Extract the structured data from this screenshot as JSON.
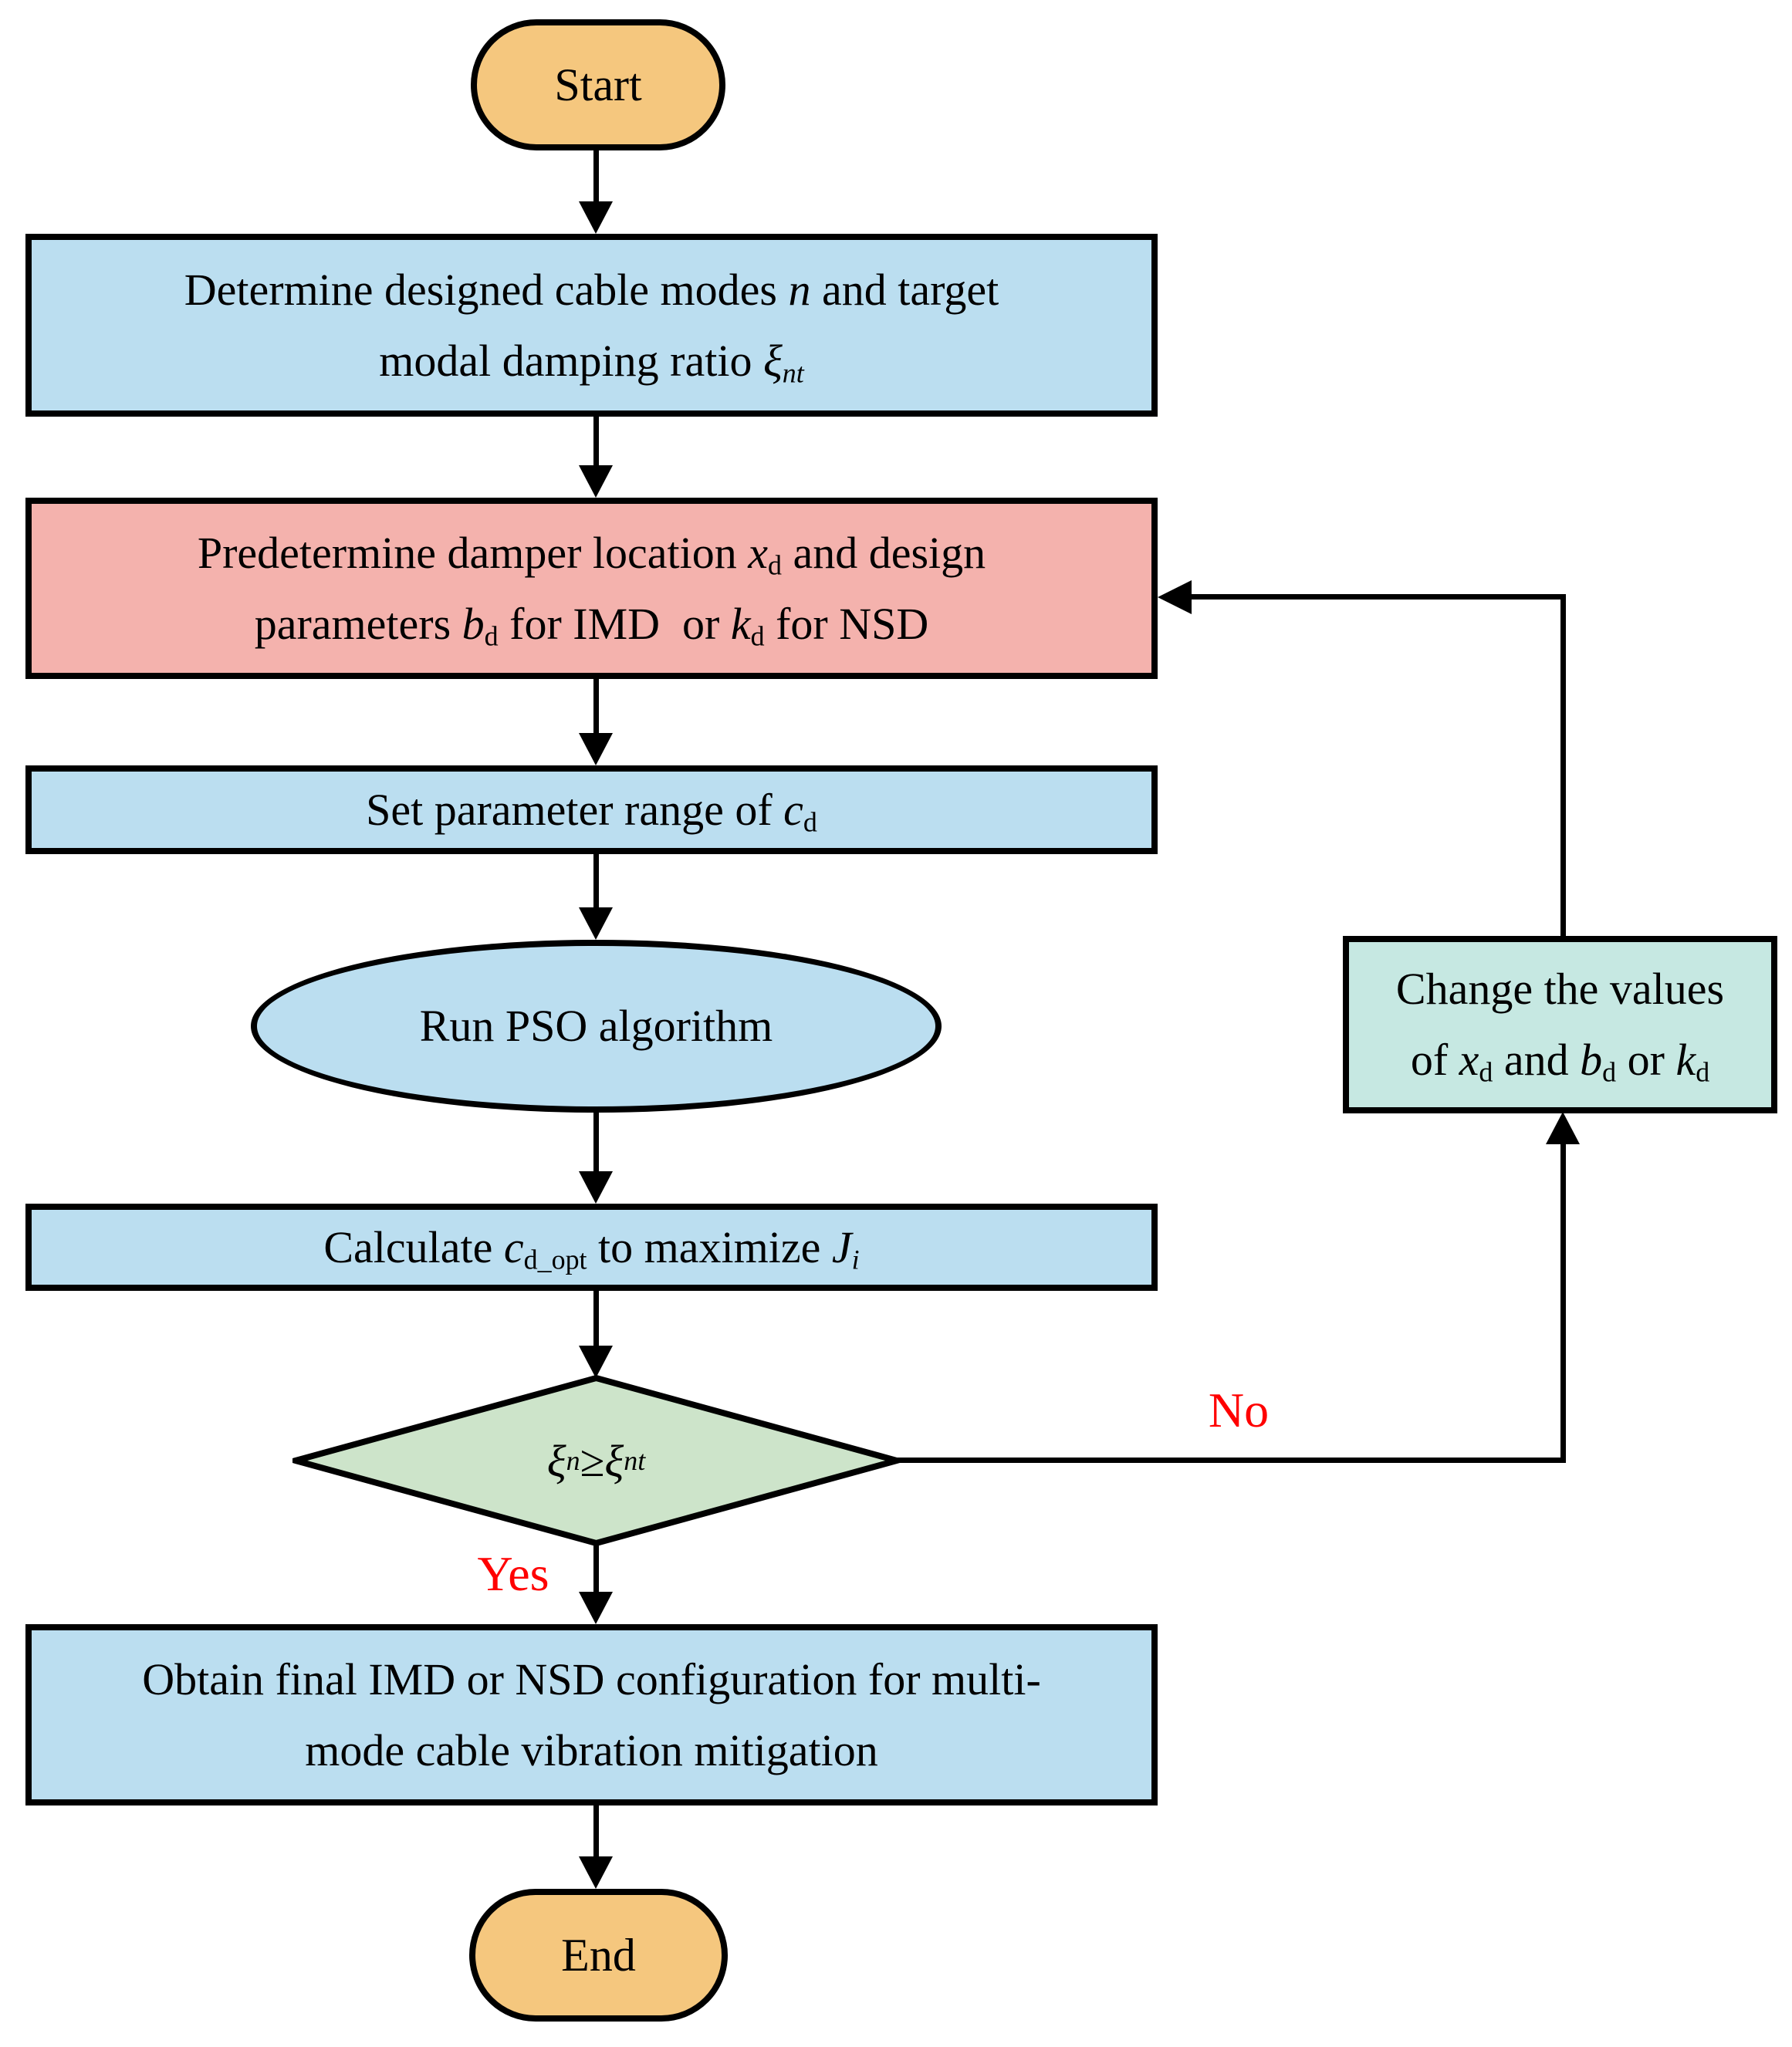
{
  "colors": {
    "capsule": "#F5C77E",
    "process": "#BBDEF0",
    "predetermine": "#F4B2AD",
    "feedback": "#C6E8E2",
    "decision": "#CDE4CA",
    "line": "#000000",
    "labelred": "#FF0000"
  },
  "nodes": {
    "start": {
      "label": "Start"
    },
    "determine": {
      "segments": [
        {
          "t": "Determine designed cable modes "
        },
        {
          "t": "n",
          "c": "i"
        },
        {
          "t": " and target"
        },
        {
          "br": true
        },
        {
          "t": "modal damping ratio "
        },
        {
          "t": "ξ",
          "c": "i"
        },
        {
          "t": "nt",
          "c": "i sub"
        }
      ]
    },
    "predetermine": {
      "segments": [
        {
          "t": "Predetermine damper location "
        },
        {
          "t": "x",
          "c": "i"
        },
        {
          "t": "d",
          "c": "sub"
        },
        {
          "t": " and design"
        },
        {
          "br": true
        },
        {
          "t": "parameters "
        },
        {
          "t": "b",
          "c": "i"
        },
        {
          "t": "d",
          "c": "sub"
        },
        {
          "t": " for IMD  or "
        },
        {
          "t": "k",
          "c": "i"
        },
        {
          "t": "d",
          "c": "sub"
        },
        {
          "t": " for NSD"
        }
      ]
    },
    "set_range": {
      "segments": [
        {
          "t": "Set parameter range of "
        },
        {
          "t": "c",
          "c": "i"
        },
        {
          "t": "d",
          "c": "sub"
        }
      ]
    },
    "run_pso": {
      "segments": [
        {
          "t": "Run PSO algorithm"
        }
      ]
    },
    "calculate": {
      "segments": [
        {
          "t": "Calculate "
        },
        {
          "t": "c",
          "c": "i"
        },
        {
          "t": "d_opt",
          "c": "sub"
        },
        {
          "t": " to maximize "
        },
        {
          "t": "J",
          "c": "i"
        },
        {
          "t": "i",
          "c": "i sub"
        }
      ]
    },
    "decision": {
      "segments": [
        {
          "t": "ξ",
          "c": "i"
        },
        {
          "t": "n",
          "c": "i sub"
        },
        {
          "t": " ≥ "
        },
        {
          "t": "ξ",
          "c": "i"
        },
        {
          "t": "nt",
          "c": "i sub"
        }
      ]
    },
    "obtain": {
      "segments": [
        {
          "t": "Obtain final IMD or NSD configuration for multi-"
        },
        {
          "br": true
        },
        {
          "t": "mode cable vibration mitigation"
        }
      ]
    },
    "change_values": {
      "segments": [
        {
          "t": "Change the values"
        },
        {
          "br": true
        },
        {
          "t": "of "
        },
        {
          "t": "x",
          "c": "i"
        },
        {
          "t": "d",
          "c": "sub"
        },
        {
          "t": " and "
        },
        {
          "t": "b",
          "c": "i"
        },
        {
          "t": "d",
          "c": "sub"
        },
        {
          "t": " or "
        },
        {
          "t": "k",
          "c": "i"
        },
        {
          "t": "d",
          "c": "sub"
        }
      ]
    },
    "end": {
      "label": "End"
    }
  },
  "edge_labels": {
    "yes": "Yes",
    "no": "No"
  }
}
